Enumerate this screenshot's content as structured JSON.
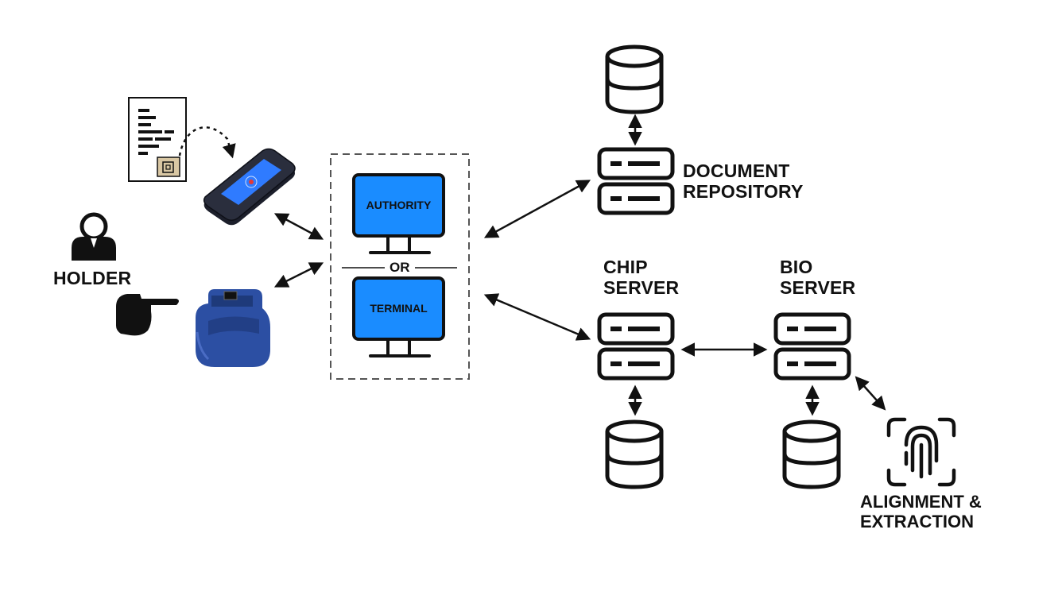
{
  "labels": {
    "holder": "HOLDER",
    "authority": "AUTHORITY",
    "or": "OR",
    "terminal": "TERMINAL",
    "document_repository_line1": "DOCUMENT",
    "document_repository_line2": "REPOSITORY",
    "chip_server_line1": "CHIP",
    "chip_server_line2": "SERVER",
    "bio_server_line1": "BIO",
    "bio_server_line2": "SERVER",
    "alignment_line1": "ALIGNMENT &",
    "alignment_line2": "EXTRACTION"
  },
  "colors": {
    "monitor_screen": "#1a8cff",
    "ink": "#111111",
    "reader_device": "#1c1f2b",
    "reader_screen": "#2f7bff",
    "scanner_body": "#2c4fa3",
    "dashed_box": "#555555"
  },
  "icons": [
    "document-icon",
    "nfc-reader-icon",
    "holder-person-icon",
    "pointing-hand-icon",
    "fingerprint-scanner-icon",
    "monitor-icon",
    "database-icon",
    "server-icon",
    "fingerprint-icon"
  ]
}
